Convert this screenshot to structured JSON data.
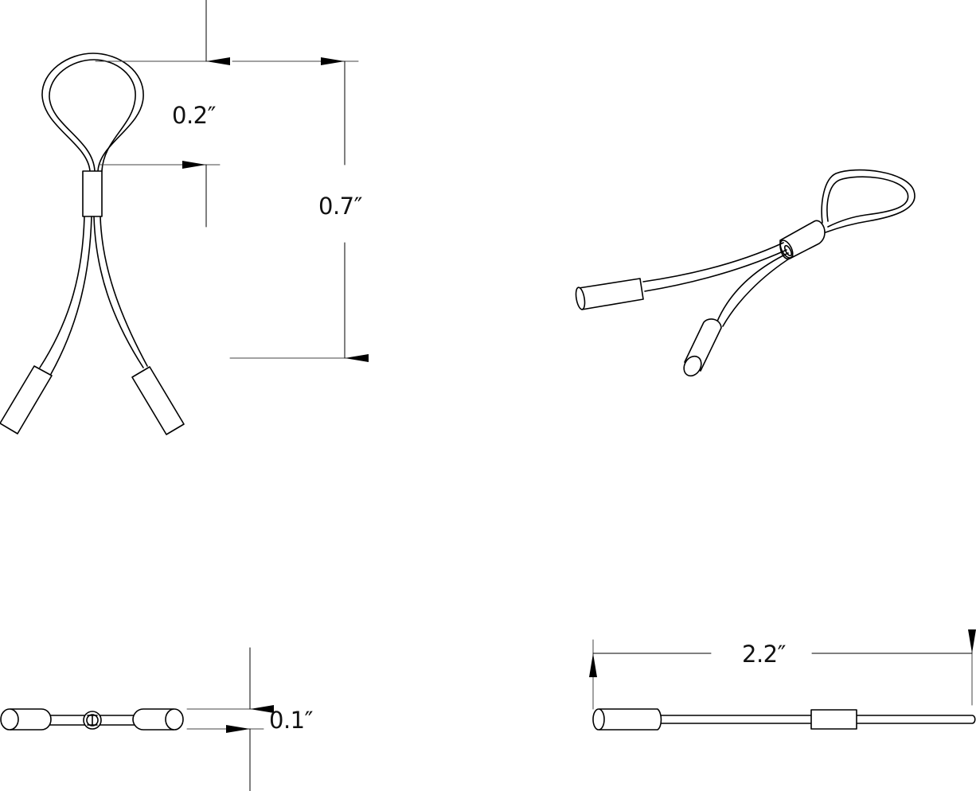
{
  "diagram": {
    "title": "Wire loop assembly with crimp sleeve and two terminal ferrules",
    "views": [
      {
        "id": "front-view",
        "description": "Front view: loop, crimp sleeve, two splayed legs with terminal ferrules"
      },
      {
        "id": "isometric-view",
        "description": "Isometric view of assembly"
      },
      {
        "id": "bottom-view",
        "description": "Bottom/end view showing thickness"
      },
      {
        "id": "side-view",
        "description": "Side view showing overall length"
      }
    ],
    "dimensions": {
      "loop_height": "0.2″",
      "overall_height": "0.7″",
      "thickness": "0.1″",
      "overall_length": "2.2″"
    },
    "colors": {
      "line": "#000000",
      "dimension_line": "#444444",
      "background": "#ffffff"
    }
  }
}
